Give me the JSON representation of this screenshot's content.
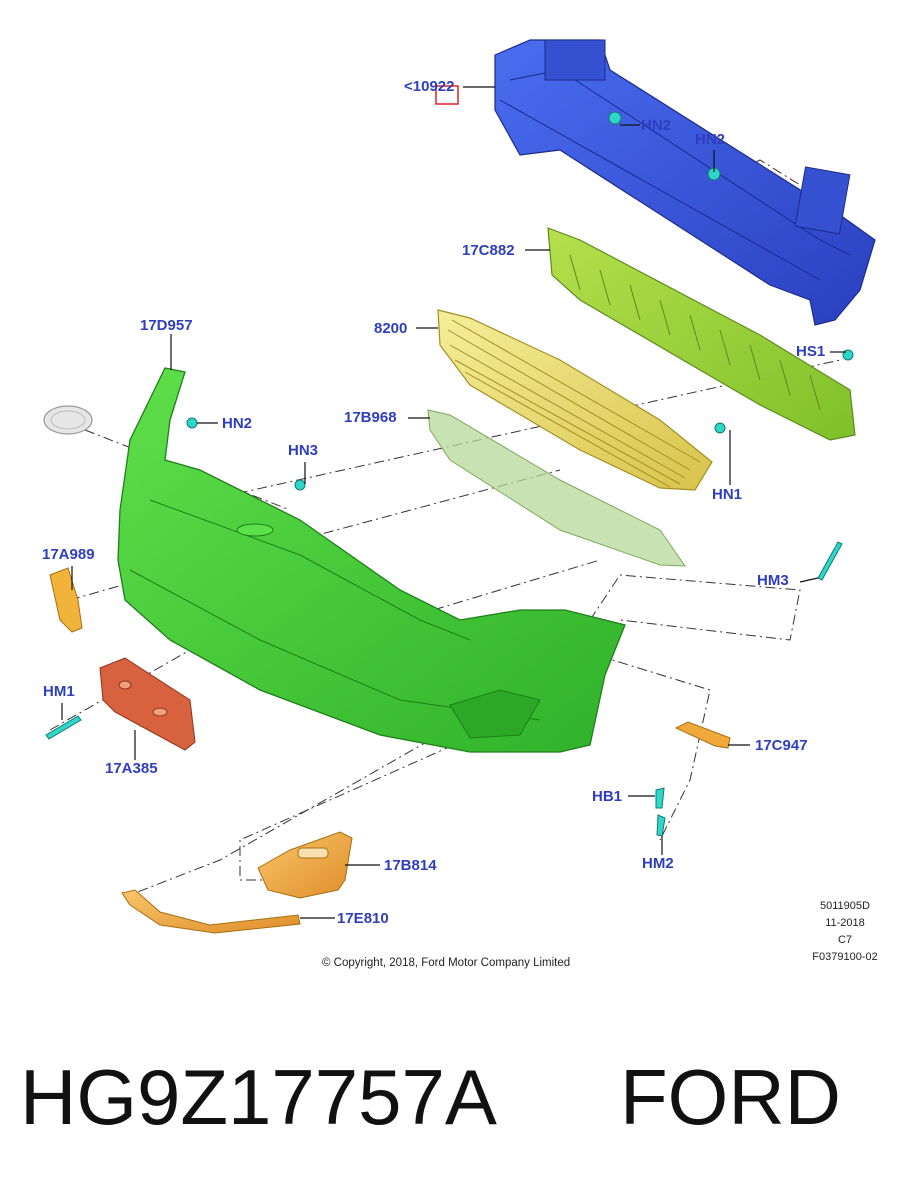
{
  "callouts": {
    "reinforcement": "<10922",
    "hn2_top_a": "HN2",
    "hn2_top_b": "HN2",
    "absorber": "17C882",
    "grille": "8200",
    "hs1": "HS1",
    "lower_grille": "17B968",
    "hn1": "HN1",
    "bumper_cover": "17D957",
    "hn2_left": "HN2",
    "hn3": "HN3",
    "bracket_left": "17A989",
    "hm3": "HM3",
    "hm1": "HM1",
    "license_bracket": "17A385",
    "bracket_right": "17C947",
    "hb1": "HB1",
    "hm2": "HM2",
    "fog_bezel": "17B814",
    "moulding": "17E810"
  },
  "meta": {
    "code": "5011905D",
    "date": "11-2018",
    "revision": "C7",
    "figure": "F0379100-02"
  },
  "copyright": "© Copyright, 2018, Ford Motor Company Limited",
  "part_number": "HG9Z17757A",
  "brand": "FORD",
  "colors": {
    "label": "#2f3ec0",
    "reinforcement": "#3a57d6",
    "absorber": "#9ad236",
    "grille": "#e7df7a",
    "bumper": "#3fc333",
    "bracket": "#d8613f",
    "amber": "#f0a83a",
    "fastener": "#2fd6c8"
  }
}
